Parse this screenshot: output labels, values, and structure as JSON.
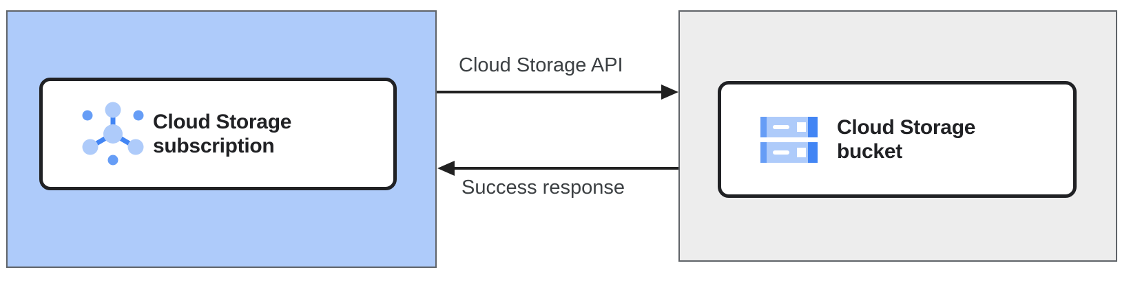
{
  "diagram": {
    "nodes": [
      {
        "id": "subscription",
        "label": "Cloud Storage subscription",
        "icon": "pubsub-subscription-icon",
        "zone_fill": "#AECBFA"
      },
      {
        "id": "bucket",
        "label": "Cloud Storage bucket",
        "icon": "storage-bucket-icon",
        "zone_fill": "#EDEDED"
      }
    ],
    "edges": [
      {
        "label": "Cloud Storage API",
        "direction": "left-to-right"
      },
      {
        "label": "Success response",
        "direction": "right-to-left"
      }
    ],
    "colors": {
      "zone_border": "#5F6368",
      "card_border": "#202124",
      "card_fill": "#FFFFFF",
      "arrow": "#212121",
      "edge_label_text": "#3C4043",
      "node_title_text": "#202124",
      "icon_light_blue": "#AECBFA",
      "icon_medium_blue": "#669DF6",
      "icon_dark_blue": "#4285F4"
    }
  }
}
